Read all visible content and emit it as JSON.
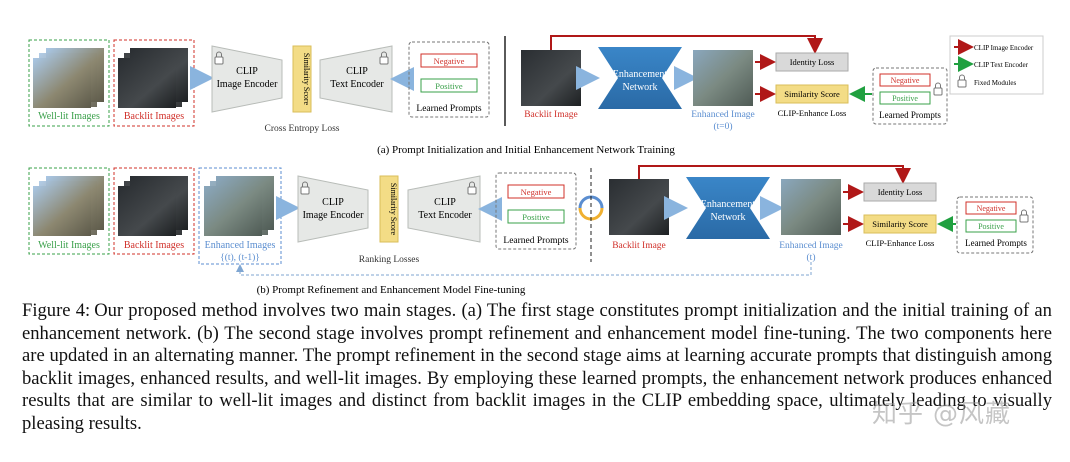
{
  "colors": {
    "green_label": "#3aa04a",
    "red_label": "#d0302a",
    "blue_label": "#5b8ed0",
    "enhancement_network": "#2f77b8",
    "similarity_box": "#f3dc86",
    "identity_box": "#d9d9d9",
    "image_encoder_arrow": "#b01818",
    "text_encoder_arrow": "#20a040"
  },
  "stage_a": {
    "well_lit_label": "Well-lit Images",
    "backlit_label": "Backlit Images",
    "image_encoder": [
      "CLIP",
      "Image Encoder"
    ],
    "similarity": "Similarity Score",
    "text_encoder": [
      "CLIP",
      "Text Encoder"
    ],
    "negative": "Negative",
    "positive": "Positive",
    "learned_prompts": "Learned Prompts",
    "loss": "Cross Entropy Loss",
    "backlit_image": "Backlit Image",
    "enhancement_network": [
      "Enhancement",
      "Network"
    ],
    "enhanced_image": [
      "Enhanced Image",
      "(t=0)"
    ],
    "identity_loss": "Identity Loss",
    "similarity_score": "Similarity Score",
    "clip_enhance_loss": "CLIP-Enhance Loss",
    "negative_r": "Negative",
    "positive_r": "Positive",
    "learned_prompts_r": "Learned Prompts",
    "caption": "(a) Prompt Initialization and Initial Enhancement Network Training"
  },
  "legend": {
    "image_encoder": "CLIP Image Encoder",
    "text_encoder": "CLIP Text Encoder",
    "fixed_modules": "Fixed Modules"
  },
  "stage_b": {
    "well_lit_label": "Well-lit Images",
    "backlit_label": "Backlit Images",
    "enhanced_label": [
      "Enhanced Images",
      "{(t), (t-1)}"
    ],
    "image_encoder": [
      "CLIP",
      "Image Encoder"
    ],
    "similarity": "Similarity Score",
    "text_encoder": [
      "CLIP",
      "Text Encoder"
    ],
    "negative": "Negative",
    "positive": "Positive",
    "learned_prompts": "Learned Prompts",
    "loss": "Ranking Losses",
    "backlit_image": "Backlit Image",
    "enhancement_network": [
      "Enhancement",
      "Network"
    ],
    "enhanced_image": [
      "Enhanced Image",
      "(t)"
    ],
    "identity_loss": "Identity Loss",
    "similarity_score": "Similarity Score",
    "clip_enhance_loss": "CLIP-Enhance Loss",
    "negative_r": "Negative",
    "positive_r": "Positive",
    "learned_prompts_r": "Learned Prompts",
    "caption": "(b) Prompt Refinement and Enhancement Model Fine-tuning"
  },
  "caption": {
    "label": "Figure 4:",
    "text": "Our proposed method involves two main stages. (a) The first stage constitutes prompt initialization and the initial training of an enhancement network. (b) The second stage involves prompt refinement and enhancement model fine-tuning. The two components here are updated in an alternating manner. The prompt refinement in the second stage aims at learning accurate prompts that distinguish among backlit images, enhanced results, and well-lit images. By employing these learned prompts, the enhancement network produces enhanced results that are similar to well-lit images and distinct from backlit images in the CLIP embedding space, ultimately leading to visually pleasing results."
  },
  "watermark": "知乎 @风藏"
}
